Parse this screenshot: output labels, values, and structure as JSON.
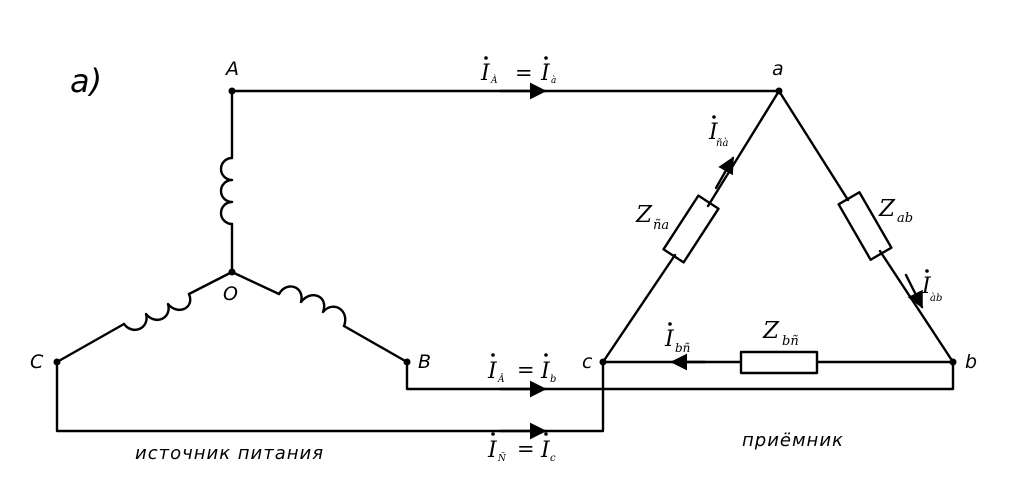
{
  "figure_label": "а)",
  "source": {
    "caption": "источник питания",
    "nodes": {
      "A": "A",
      "B": "B",
      "C": "C",
      "O": "O"
    }
  },
  "receiver": {
    "caption": "приёмник",
    "nodes": {
      "a": "a",
      "b": "b",
      "c": "c"
    }
  },
  "line_currents": [
    {
      "lhs": "I",
      "lhs_sub": "À",
      "rhs": "I",
      "rhs_sub": "à"
    },
    {
      "lhs": "I",
      "lhs_sub": "Â",
      "rhs": "I",
      "rhs_sub": "b"
    },
    {
      "lhs": "I",
      "lhs_sub": "Ñ",
      "rhs": "I",
      "rhs_sub": "c"
    }
  ],
  "eq_sign": "=",
  "impedances": {
    "ab": {
      "sym": "Z",
      "sub": "ab"
    },
    "ca": {
      "sym": "Z",
      "sub": "ña"
    },
    "bc": {
      "sym": "Z",
      "sub": "bñ"
    }
  },
  "phase_currents": {
    "ab": {
      "sym": "I",
      "sub": "àb"
    },
    "ca": {
      "sym": "I",
      "sub": "ñà"
    },
    "bc": {
      "sym": "I",
      "sub": "bñ"
    }
  }
}
